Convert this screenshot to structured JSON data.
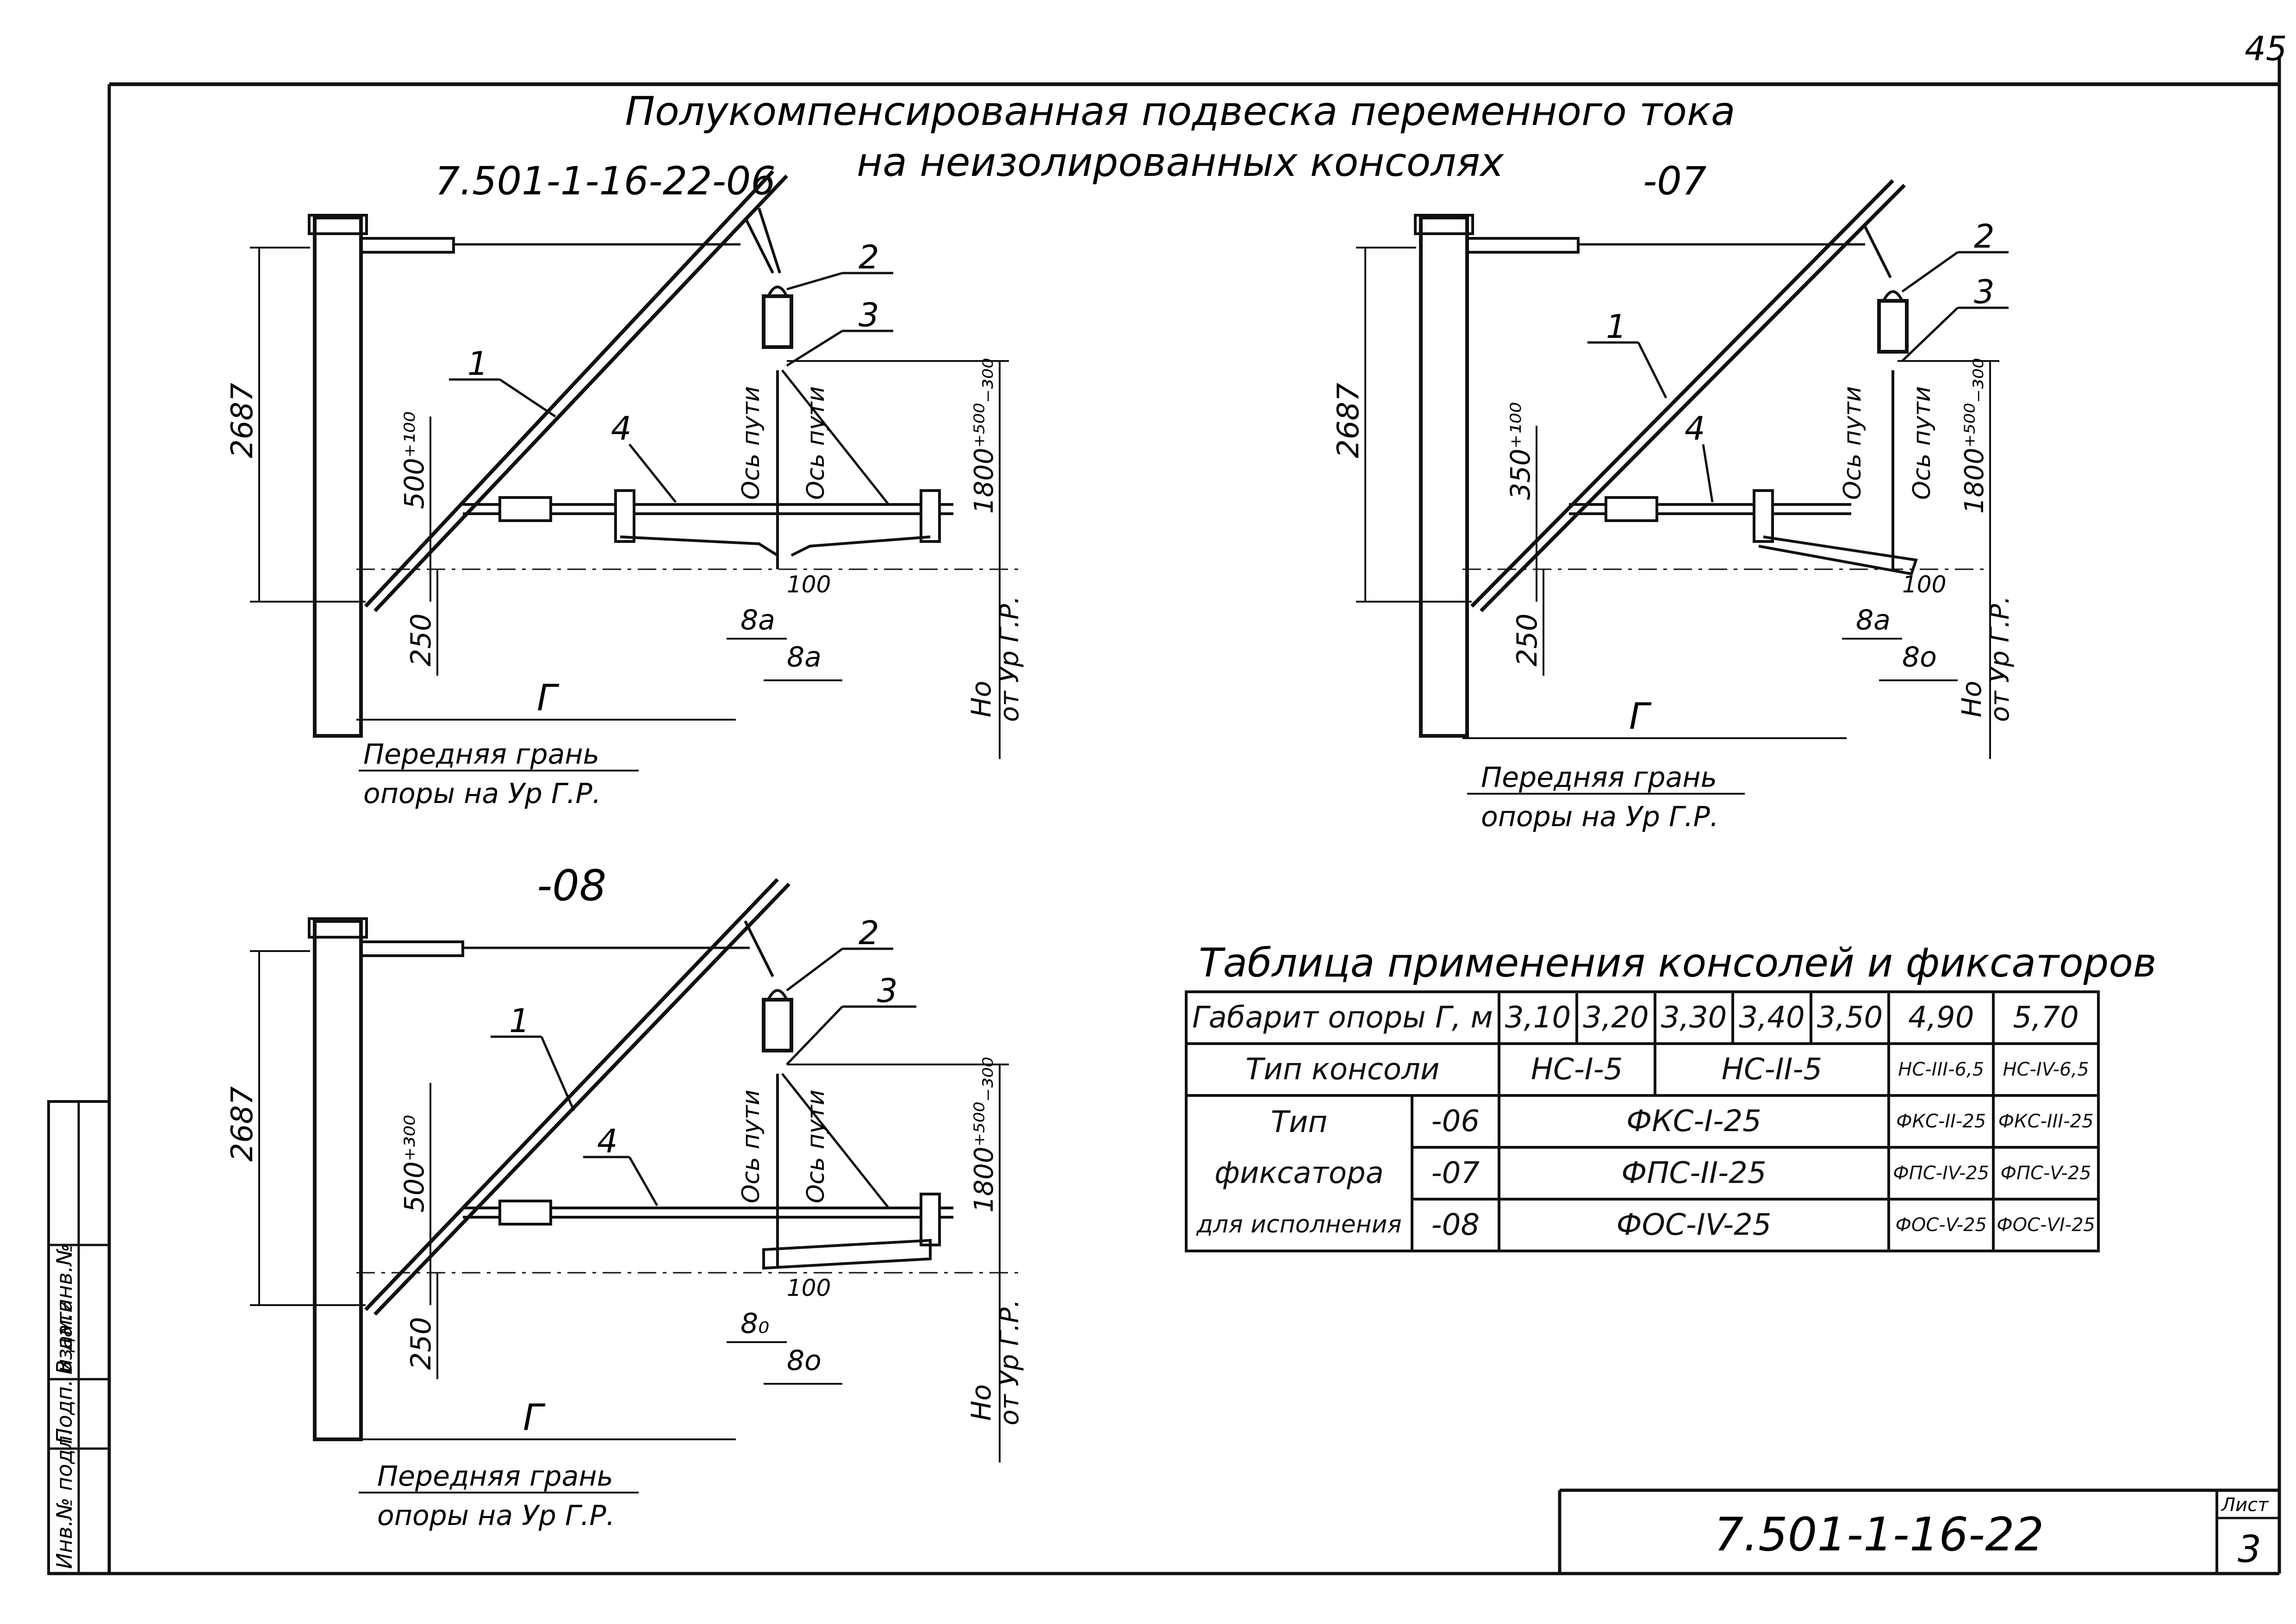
{
  "sheet_number_top": "45",
  "title": {
    "line1": "Полукомпенсированная подвеска переменного тока",
    "line2": "на неизолированных консолях"
  },
  "variants": [
    {
      "id": "7.501-1-16-22-06",
      "height": "2687",
      "offset": "500⁺¹⁰⁰",
      "height_range": "1800⁺⁵⁰⁰₋₃₀₀",
      "dim_250": "250",
      "dim_100": "100",
      "gauge": "Г",
      "ba_small": "8a",
      "ba_large": "8a",
      "axis_label_a": "Ось пути",
      "axis_label_b": "Ось пути",
      "ho": "Ho",
      "ho_ref": "от Ур Г.Р.",
      "callouts": [
        "1",
        "2",
        "3",
        "4"
      ],
      "front_face_1": "Передняя грань",
      "front_face_2": "опоры на Ур Г.Р."
    },
    {
      "id": "-07",
      "height": "2687",
      "offset": "350⁺¹⁰⁰",
      "height_range": "1800⁺⁵⁰⁰₋₃₀₀",
      "dim_250": "250",
      "dim_100": "100",
      "gauge": "Г",
      "ba_small": "8a",
      "ba_large": "8o",
      "axis_label_a": "Ось пути",
      "axis_label_b": "Ось пути",
      "ho": "Ho",
      "ho_ref": "от Ур Г.Р.",
      "callouts": [
        "1",
        "2",
        "3",
        "4"
      ],
      "front_face_1": "Передняя грань",
      "front_face_2": "опоры на Ур Г.Р."
    },
    {
      "id": "-08",
      "height": "2687",
      "offset": "500⁺³⁰⁰",
      "height_range": "1800⁺⁵⁰⁰₋₃₀₀",
      "dim_250": "250",
      "dim_100": "100",
      "gauge": "Г",
      "ba_small": "8₀",
      "ba_large": "8o",
      "axis_label_a": "Ось пути",
      "axis_label_b": "Ось пути",
      "ho": "Ho",
      "ho_ref": "от Ур Г.Р.",
      "callouts": [
        "1",
        "2",
        "3",
        "4"
      ],
      "front_face_1": "Передняя грань",
      "front_face_2": "опоры на Ур Г.Р."
    }
  ],
  "table": {
    "title": "Таблица применения консолей и фиксаторов",
    "row1": [
      "Габарит опоры Г, м",
      "3,10",
      "3,20",
      "3,30",
      "3,40",
      "3,50",
      "4,90",
      "5,70"
    ],
    "row2": [
      "Тип консоли",
      "НС-I-5",
      "НС-II-5",
      "НС-III-6,5",
      "НС-IV-6,5"
    ],
    "group_label_1": "Тип",
    "group_label_2": "фиксатора",
    "group_label_3": "для исполнения",
    "rows": [
      {
        "code": "-06",
        "main": "ФКС-I-25",
        "c6": "ФКС-II-25",
        "c7": "ФКС-III-25"
      },
      {
        "code": "-07",
        "main": "ФПС-II-25",
        "c6": "ФПС-IV-25",
        "c7": "ФПС-V-25"
      },
      {
        "code": "-08",
        "main": "ФОС-IV-25",
        "c6": "ФОС-V-25",
        "c7": "ФОС-VI-25"
      }
    ]
  },
  "stamp": {
    "cells": [
      "Инв.№ подл.",
      "Подп. и дата",
      "Взам.инв.№"
    ]
  },
  "title_block": {
    "doc_number": "7.501-1-16-22",
    "sheet_label": "Лист",
    "sheet_value": "3"
  }
}
